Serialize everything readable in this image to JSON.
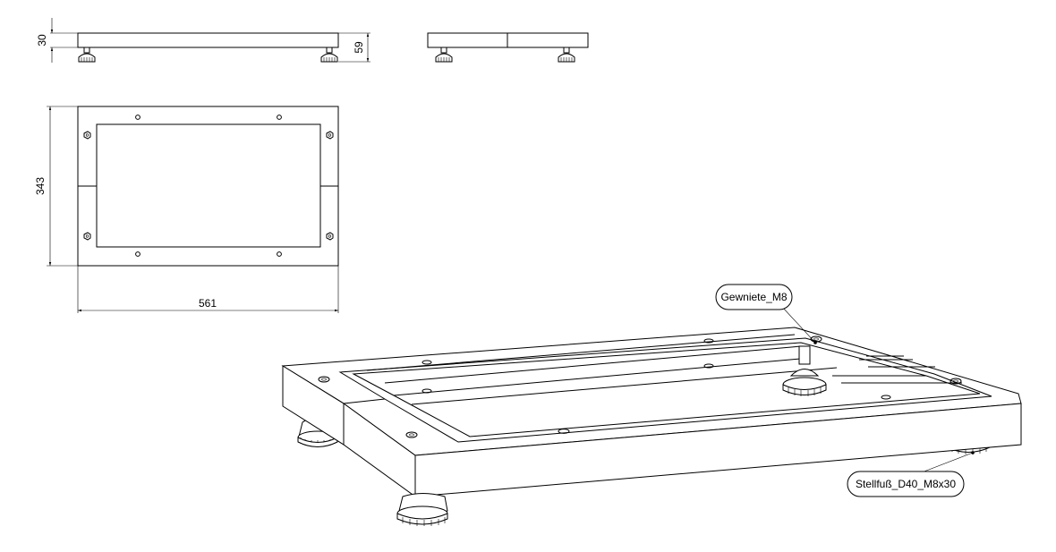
{
  "dimensions": {
    "height_frame": "30",
    "height_total": "59",
    "depth": "343",
    "width": "561"
  },
  "callouts": {
    "rivet_nut": "Gewniete_M8",
    "leveling_foot": "Stellfuß_D40_M8x30"
  },
  "icons": [
    "leveling-foot-icon",
    "rivet-nut-icon",
    "mounting-hole-icon"
  ]
}
